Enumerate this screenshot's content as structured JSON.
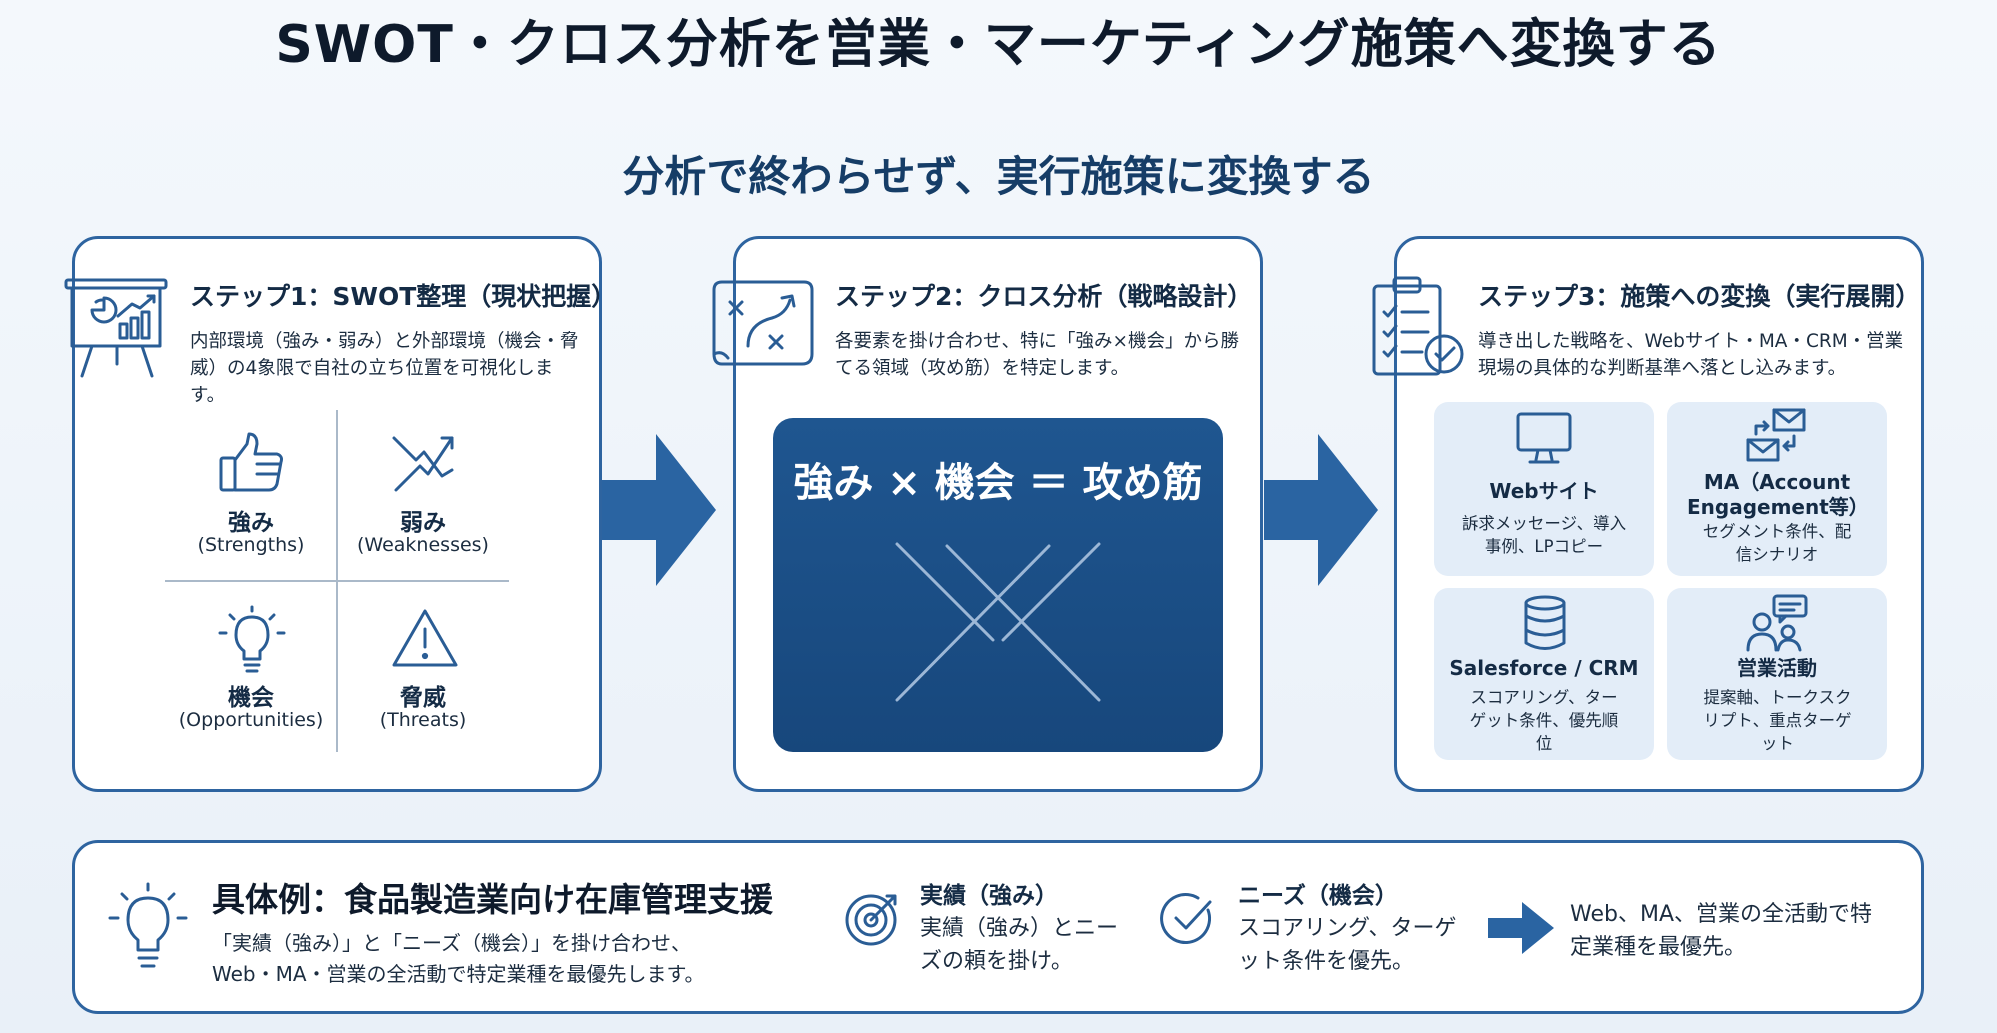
{
  "title": "SWOT・クロス分析を営業・マーケティング施策へ変換する",
  "subtitle": "分析で終わらせず、実行施策に変換する",
  "step1": {
    "title": "ステップ1：SWOT整理（現状把握）",
    "desc": "内部環境（強み・弱み）と外部環境（機会・脅威）の4象限で自社の立ち位置を可視化します。",
    "quadrants": [
      {
        "label": "強み",
        "sub": "(Strengths)"
      },
      {
        "label": "弱み",
        "sub": "(Weaknesses)"
      },
      {
        "label": "機会",
        "sub": "(Opportunities)"
      },
      {
        "label": "脅威",
        "sub": "(Threats)"
      }
    ]
  },
  "step2": {
    "title": "ステップ2：クロス分析（戦略設計）",
    "desc": "各要素を掛け合わせ、特に「強み×機会」から勝てる領域（攻め筋）を特定します。",
    "formula": "強み × 機会 ＝ 攻め筋"
  },
  "step3": {
    "title": "ステップ3：施策への変換（実行展開）",
    "desc": "導き出した戦略を、Webサイト・MA・CRM・営業現場の具体的な判断基準へ落とし込みます。",
    "tiles": [
      {
        "title": "Webサイト",
        "desc": "訴求メッセージ、導入事例、LPコピー"
      },
      {
        "title": "MA（Account Engagement等）",
        "desc": "セグメント条件、配信シナリオ"
      },
      {
        "title": "Salesforce / CRM",
        "desc": "スコアリング、ターゲット条件、優先順位"
      },
      {
        "title": "営業活動",
        "desc": "提案軸、トークスクリプト、重点ターゲット"
      }
    ]
  },
  "example": {
    "title": "具体例：食品製造業向け在庫管理支援",
    "desc": "「実績（強み）」と「ニーズ（機会）」を掛け合わせ、Web・MA・営業の全活動で特定業種を最優先します。",
    "item1": {
      "title": "実績（強み）",
      "text": "実績（強み）とニーズの頼を掛け。"
    },
    "item2": {
      "title": "ニーズ（機会）",
      "text": "スコアリング、ターゲット条件を優先。"
    },
    "result": "Web、MA、営業の全活動で特定業種を最優先。"
  },
  "colors": {
    "accent": "#2e64a0",
    "dark_panel": "#1a4a80",
    "tile_bg": "#e3edf8"
  }
}
